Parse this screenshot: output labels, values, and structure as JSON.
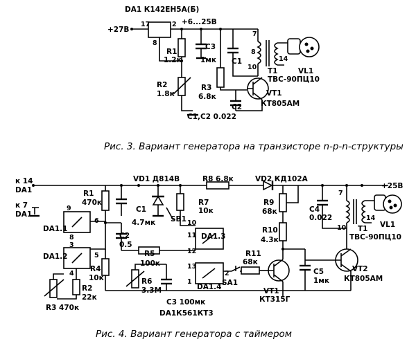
{
  "fig3": {
    "caption": "Рис. 3. Вариант генератора на транзисторе n-p-n-структуры",
    "da1_title": "DA1 К142ЕН5А(Б)",
    "supply_in": "+27В",
    "supply_mid": "+6...25В",
    "pin17": "17",
    "pin2": "2",
    "pin8": "8",
    "r1": "R1",
    "r1_val": "1.2к",
    "r2": "R2",
    "r2_val": "1.8к",
    "r3": "R3",
    "r3_val": "6.8к",
    "c3": "C3",
    "c3_val": "1мк",
    "c1": "C1",
    "c2": "C2",
    "c_note": "С1,С2 0.022",
    "t1": "T1",
    "t1_type": "ТВС-90ПЦ10",
    "pin7": "7",
    "pin8t": "8",
    "pin10": "10",
    "pin14": "14",
    "vt1": "VT1",
    "vt1_type": "КТ805АМ",
    "vl1": "VL1"
  },
  "fig4": {
    "caption": "Рис. 4. Вариант генератора с таймером",
    "k14": "к 14",
    "da1_a": "DA1",
    "k7": "к 7",
    "da1_b": "DA1",
    "r1": "R1",
    "r1_val": "470к",
    "c1": "C1",
    "c1_val": "4.7мк",
    "vd1": "VD1 Д814В",
    "r8": "R8 6.8к",
    "vd2": "VD2 КД102А",
    "plus25": "+25В",
    "r7": "R7",
    "r7_val": "10к",
    "sb1": "SB1",
    "r9": "R9",
    "r9_val": "68к",
    "c4": "C4",
    "c4_val": "0.022",
    "t1": "T1",
    "t1_type": "ТВС-90ПЦ10",
    "vl1": "VL1",
    "da11": "DA1.1",
    "da12": "DA1.2",
    "da13": "DA1.3",
    "da14": "DA1.4",
    "c2": "C2",
    "c2_val": "0.5",
    "r4": "R4",
    "r4_val": "10к",
    "r5": "R5",
    "r5_val": "100к",
    "r6": "R6",
    "r6_val": "3.3М",
    "r2": "R2",
    "r2_val": "22к",
    "r3": "R3 470к",
    "c3": "C3 100мк",
    "da1_chip": "DA1К561КТ3",
    "sa1": "SA1",
    "r10": "R10",
    "r10_val": "4.3к",
    "r11": "R11",
    "r11_val": "68к",
    "vt1": "VT1",
    "vt1_type": "КТ315Г",
    "vt2": "VT2",
    "vt2_type": "КТ805АМ",
    "c5": "C5",
    "c5_val": "1мк",
    "p9": "9",
    "p6": "6",
    "p8": "8",
    "p3": "3",
    "p4": "4",
    "p5": "5",
    "p10": "10",
    "p11": "11",
    "p12": "12",
    "p13": "13",
    "p1": "1",
    "p2": "2",
    "p7": "7",
    "p14": "14",
    "p10t": "10"
  }
}
